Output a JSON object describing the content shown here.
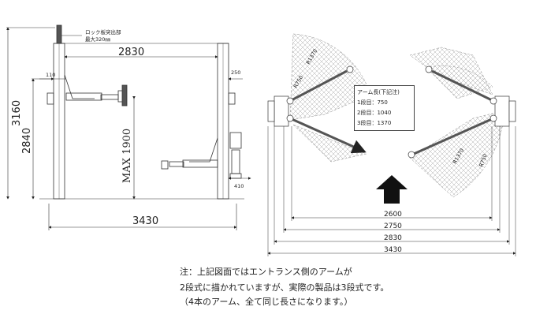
{
  "front_view": {
    "lock_note_line1": "ロック板突出部",
    "lock_note_line2": "最大320㎜",
    "width_inner": "2830",
    "width_total": "3430",
    "height_total": "3160",
    "height_arm": "2840",
    "max_lift": "MAX 1900",
    "post_offset": "110",
    "post_width": "250",
    "base_width": "410"
  },
  "top_view": {
    "radius_short_left": "R750",
    "radius_long_left": "R1370",
    "radius_short_right": "R750",
    "radius_long_right": "R1370",
    "dim_2600": "2600",
    "dim_2750": "2750",
    "dim_2830": "2830",
    "dim_3430": "3430"
  },
  "arm_legend": {
    "title": "アーム長(下記注)",
    "rows": [
      {
        "label": "1段目：",
        "value": "750"
      },
      {
        "label": "2段目：",
        "value": "1040"
      },
      {
        "label": "3段目：",
        "value": "1370"
      }
    ]
  },
  "footnote": {
    "line1": "注：上記図面ではエントランス側のアームが",
    "line2": "2段式に描かれていますが、実際の製品は3段式です。",
    "line3": "（4本のアーム、全て同じ長さになります。）"
  }
}
